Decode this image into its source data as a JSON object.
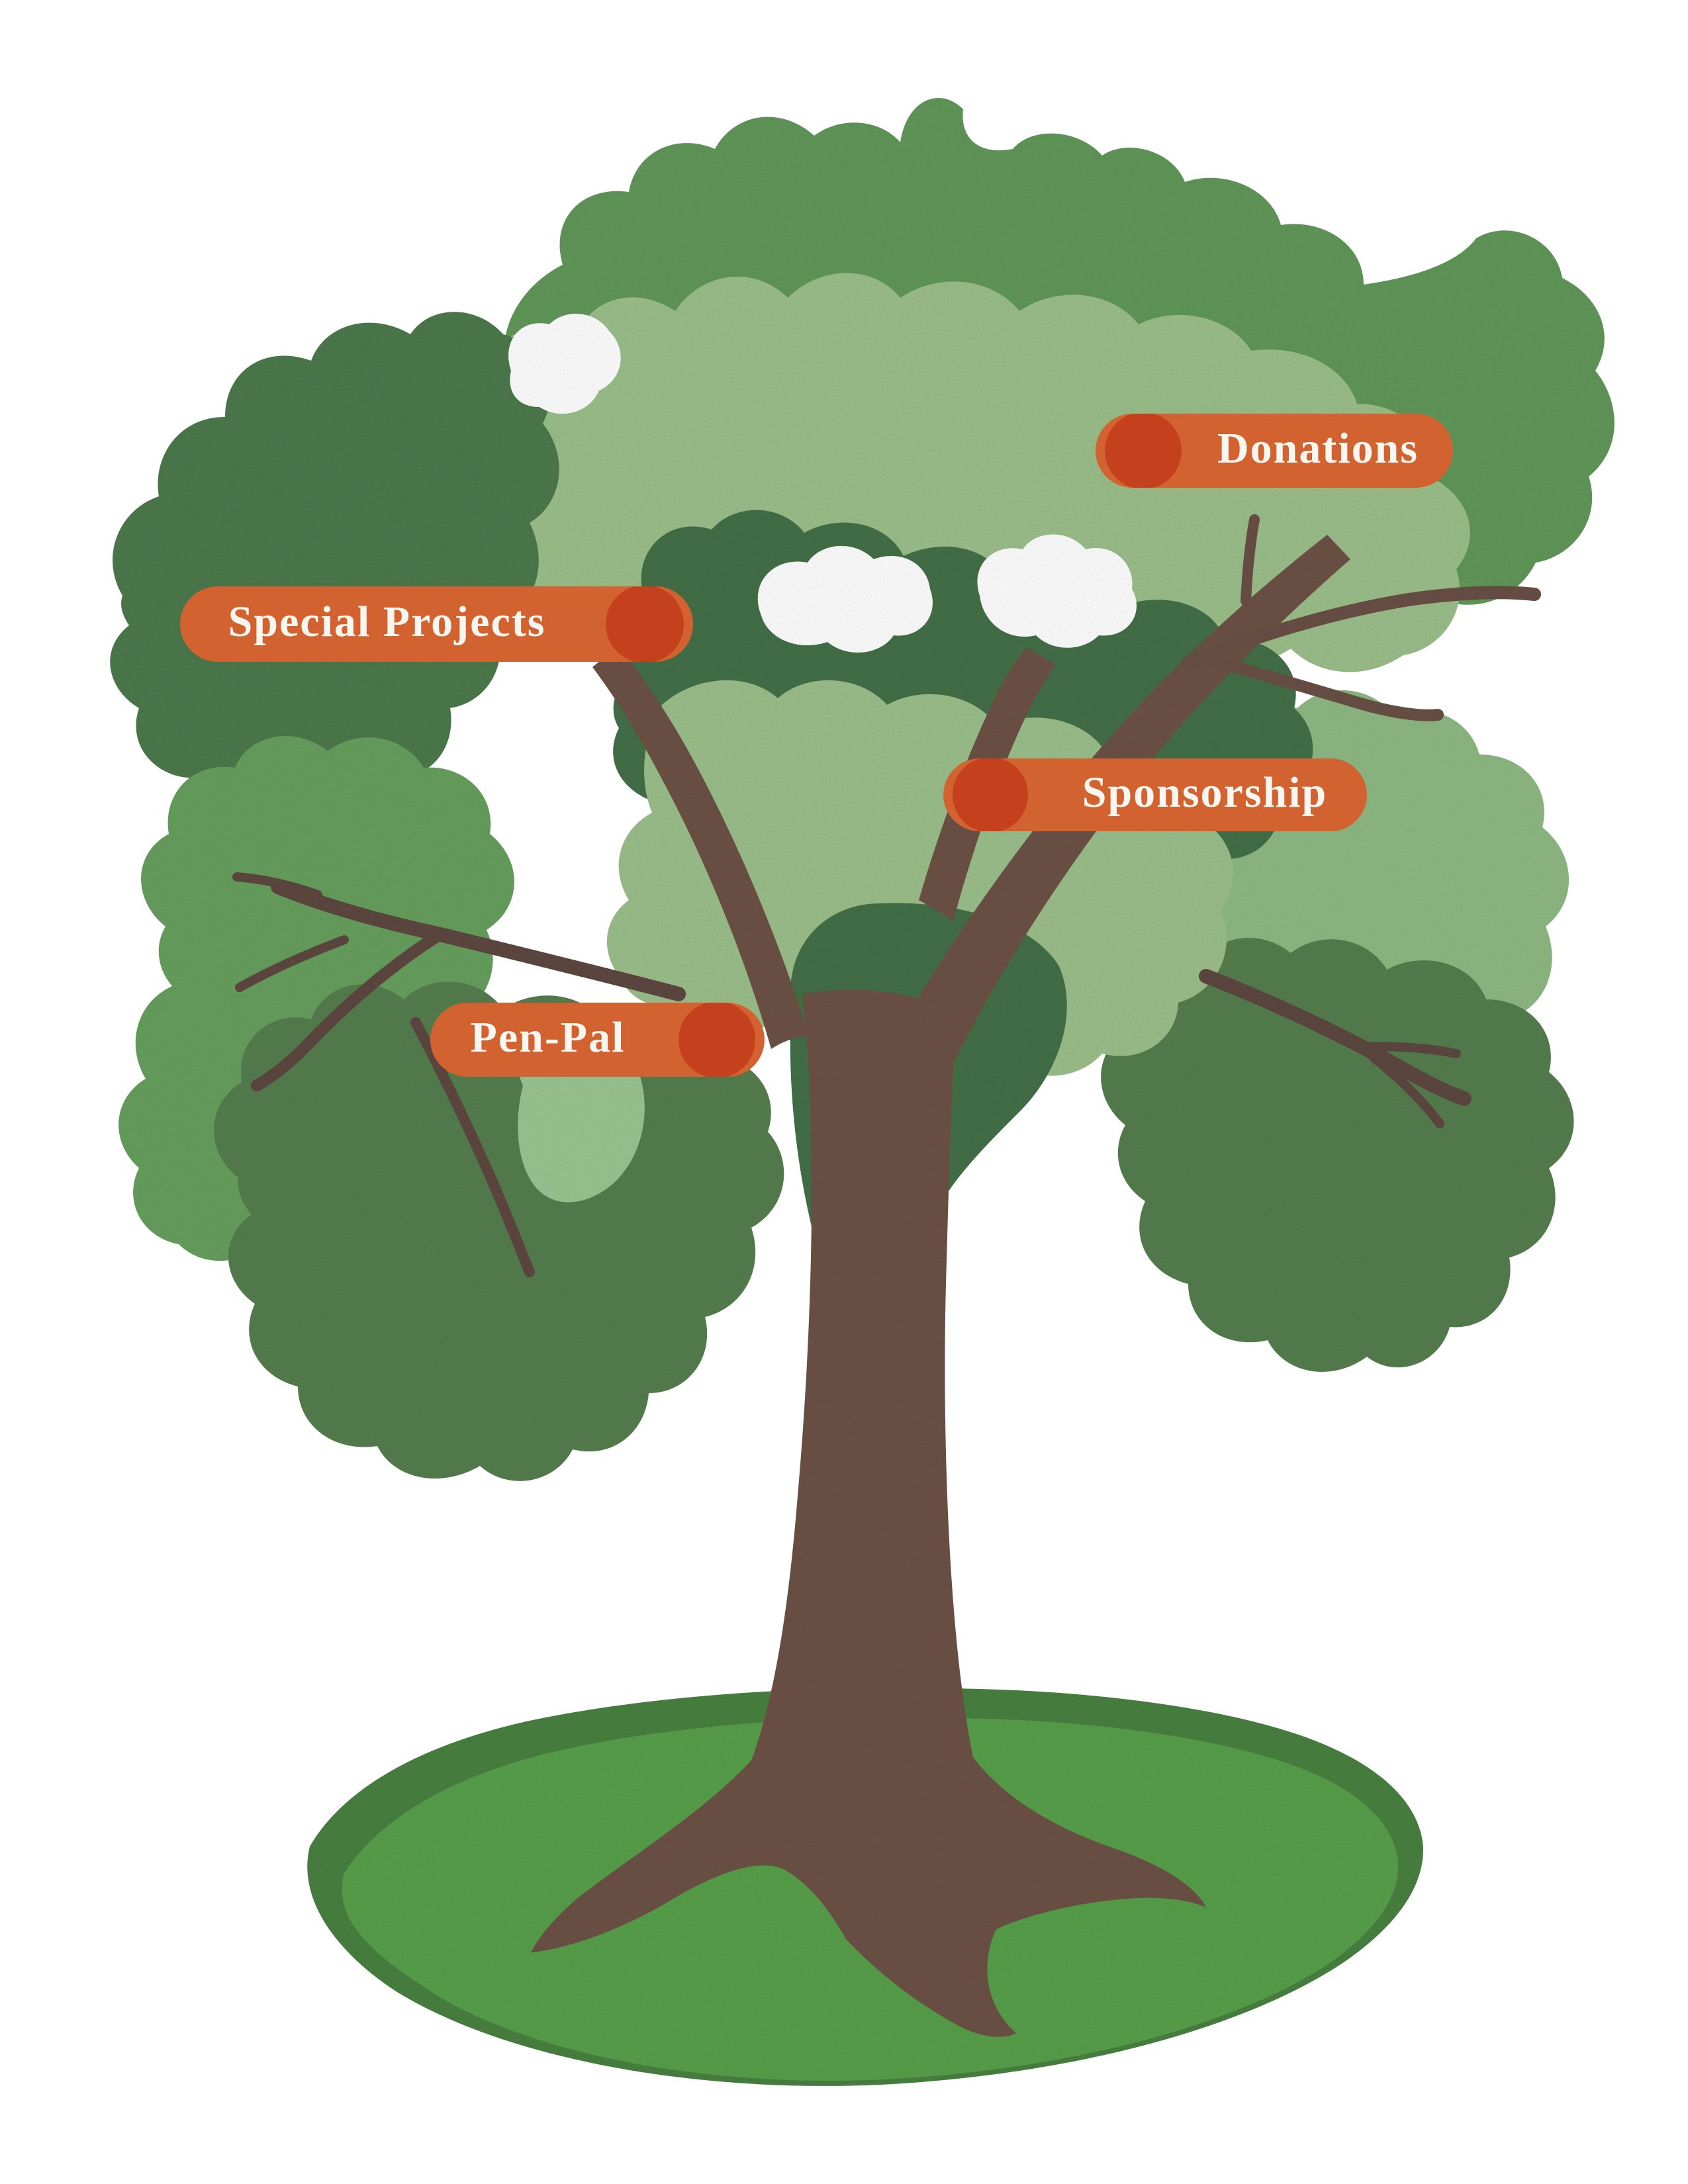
{
  "page": {
    "background": "#ffffff"
  },
  "labels": [
    {
      "id": "donations",
      "text": "Donations"
    },
    {
      "id": "special-projects",
      "text": "Special Projects"
    },
    {
      "id": "sponsorship",
      "text": "Sponsorship"
    },
    {
      "id": "pen-pal",
      "text": "Pen-Pal"
    }
  ],
  "colors": {
    "label_pill": "#d2622f",
    "label_dot": "#c5401c",
    "label_text": "#f9f6ef",
    "canopy_medium": "#62985a",
    "canopy_light": "#9cc08b",
    "canopy_dark_left": "#4e7a4d",
    "canopy_dark_center": "#447148",
    "canopy_sage": "#8fba83",
    "canopy_sage_light": "#9dc593",
    "canopy_mid_left": "#67a05f",
    "canopy_bottom": "#577f50",
    "trunk": "#6d5247",
    "twig": "#5e4a42",
    "twig_dark": "#6b5146",
    "ground_front": "#59a04b",
    "ground_back": "#4a8243",
    "hole": "#ffffff"
  }
}
